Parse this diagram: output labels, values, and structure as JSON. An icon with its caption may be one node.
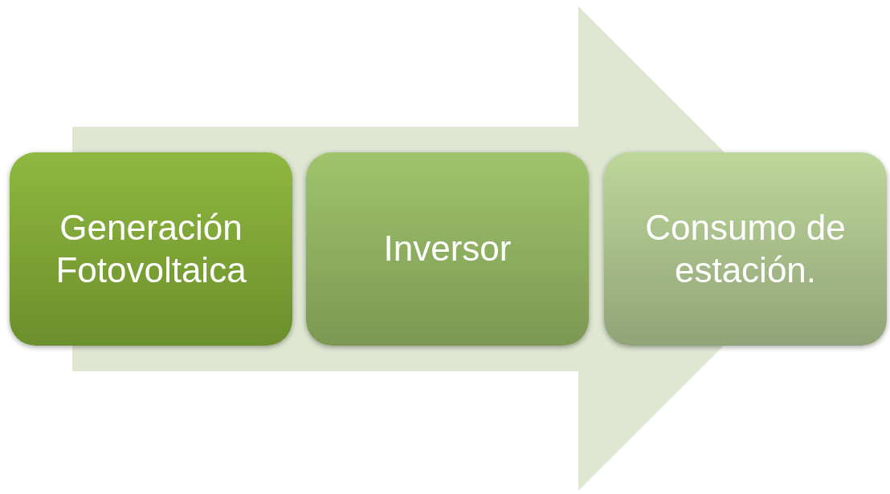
{
  "diagram": {
    "nodes": [
      {
        "text": [
          "Generación Fotovoltaica"
        ]
      },
      {
        "text": [
          "Inversor"
        ]
      },
      {
        "text": [
          "Consumo de estación."
        ]
      }
    ],
    "edges": [
      {
        "from": 0,
        "to": 2,
        "arrow": "to"
      }
    ]
  }
}
